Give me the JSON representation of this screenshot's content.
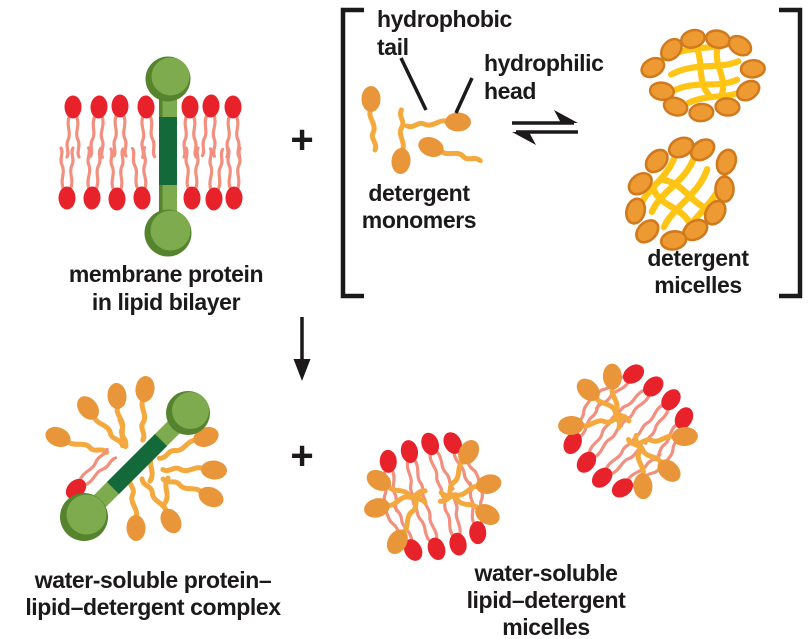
{
  "figure": {
    "labels": {
      "membrane_protein": [
        "membrane protein",
        "in lipid bilayer"
      ],
      "hydrophobic_tail": [
        "hydrophobic",
        "tail"
      ],
      "hydrophilic_head": [
        "hydrophilic",
        "head"
      ],
      "detergent_monomers": [
        "detergent",
        "monomers"
      ],
      "detergent_micelles": [
        "detergent",
        "micelles"
      ],
      "protein_complex": [
        "water-soluble protein–",
        "lipid–detergent complex"
      ],
      "lipid_micelles": [
        "water-soluble",
        "lipid–detergent",
        "micelles"
      ]
    },
    "operators": {
      "plus": "+"
    },
    "colors": {
      "bg": "#ffffff",
      "ink": "#1c191a",
      "red": "#e7222b",
      "pink": "#f2907f",
      "orange": "#e9953a",
      "orangeTail": "#f4a93e",
      "micHead": "#ee9a33",
      "micEdge": "#d0791d",
      "yellow": "#ffc414",
      "green": "#7dab4d",
      "greenDark": "#55832e",
      "greenStripe": "#13693a"
    }
  }
}
